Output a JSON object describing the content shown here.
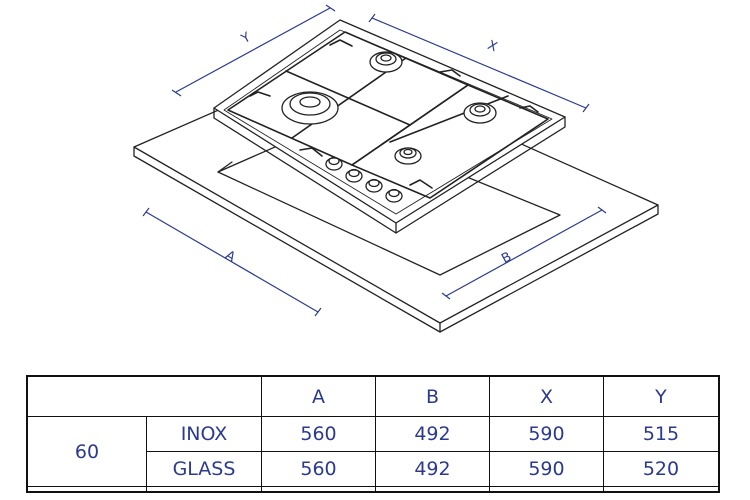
{
  "diagram": {
    "dimension_labels": {
      "y": "Y",
      "x": "X",
      "a": "A",
      "b": "B"
    },
    "colors": {
      "line": "#222222",
      "dimension": "#2b3a8f"
    }
  },
  "table": {
    "columns": [
      "A",
      "B",
      "X",
      "Y"
    ],
    "size": "60",
    "rows": [
      {
        "material": "INOX",
        "values": [
          "560",
          "492",
          "590",
          "515"
        ]
      },
      {
        "material": "GLASS",
        "values": [
          "560",
          "492",
          "590",
          "520"
        ]
      }
    ]
  }
}
